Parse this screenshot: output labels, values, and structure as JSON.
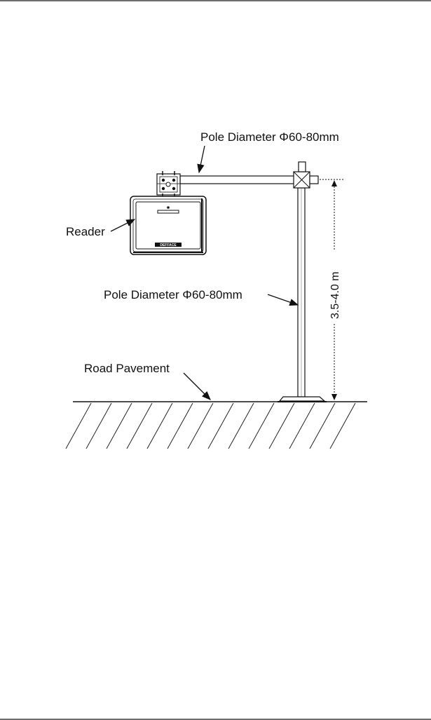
{
  "diagram": {
    "labels": {
      "top_pole": "Pole Diameter Φ60-80mm",
      "reader": "Reader",
      "vertical_pole": "Pole Diameter Φ60-80mm",
      "height": "3.5-4.0 m",
      "road": "Road Pavement"
    },
    "reader_logo": "DEFFACE"
  }
}
